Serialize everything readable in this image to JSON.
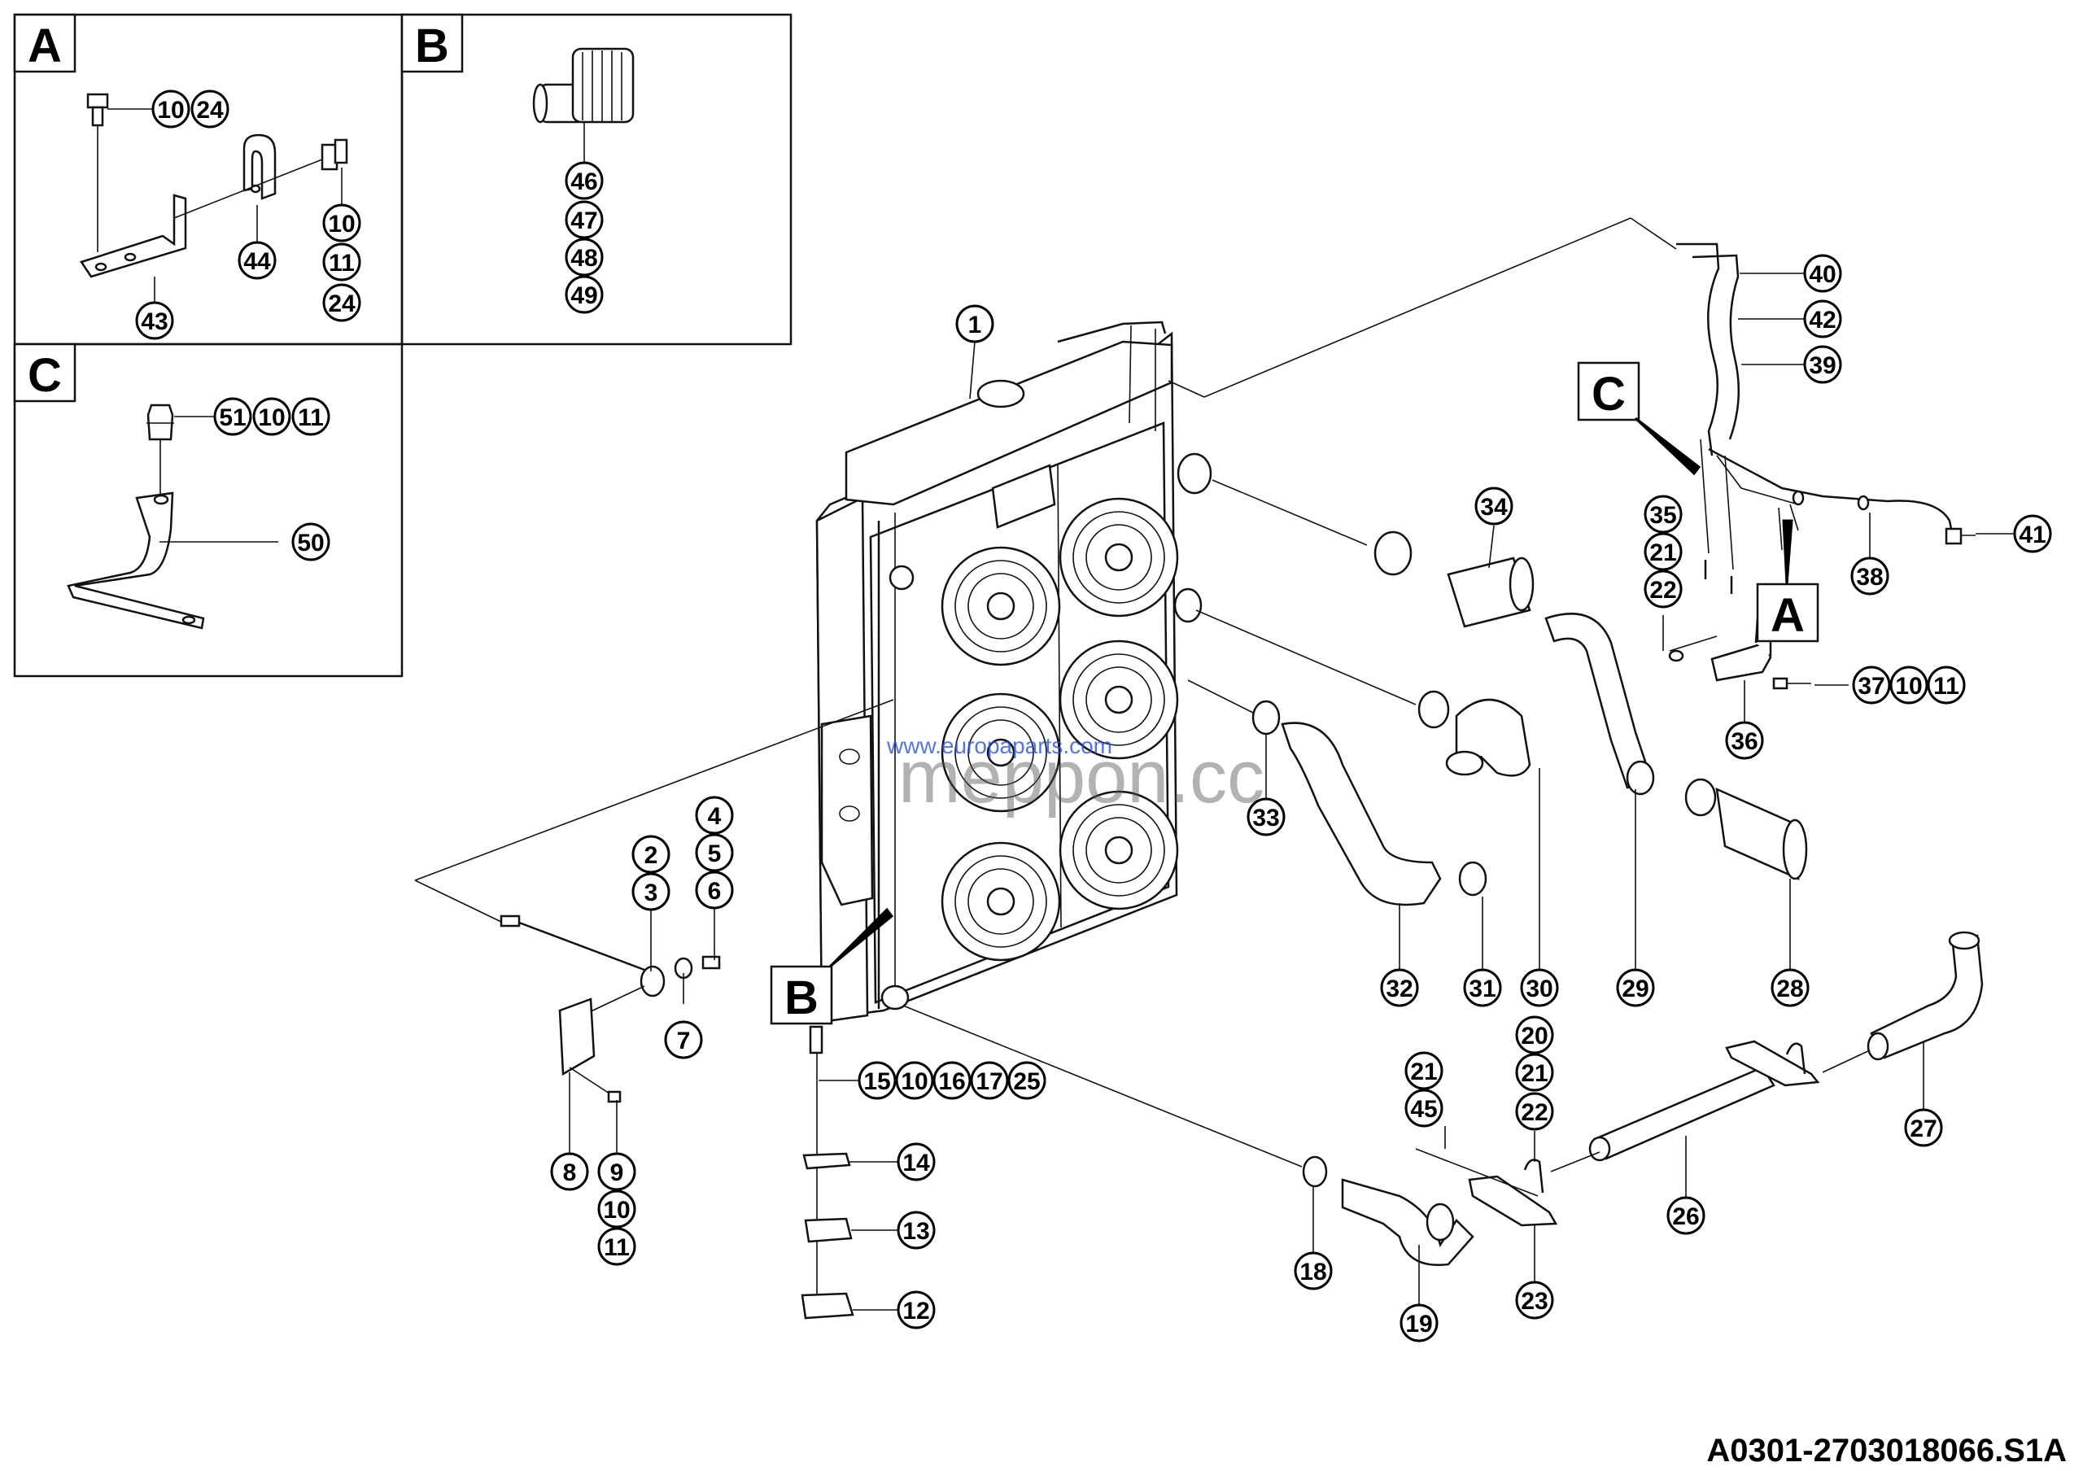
{
  "drawing_code": "A0301-2703018066.S1A",
  "watermark": {
    "site": "www.europaparts.com",
    "text": "meppon.cc"
  },
  "detail_boxes": [
    {
      "letter": "A",
      "callouts": [
        "10",
        "24",
        "10",
        "11",
        "24",
        "43",
        "44"
      ]
    },
    {
      "letter": "B",
      "callouts": [
        "46",
        "47",
        "48",
        "49"
      ]
    },
    {
      "letter": "C",
      "callouts": [
        "51",
        "10",
        "11",
        "50"
      ]
    }
  ],
  "view_markers": [
    "C",
    "A",
    "B"
  ],
  "callouts": [
    "1",
    "2",
    "3",
    "4",
    "5",
    "6",
    "7",
    "8",
    "9",
    "10",
    "11",
    "15",
    "10",
    "16",
    "17",
    "25",
    "14",
    "13",
    "12",
    "18",
    "19",
    "21",
    "45",
    "20",
    "21",
    "22",
    "23",
    "26",
    "27",
    "28",
    "29",
    "30",
    "31",
    "32",
    "33",
    "34",
    "35",
    "21",
    "22",
    "36",
    "37",
    "10",
    "11",
    "38",
    "39",
    "40",
    "41",
    "42"
  ]
}
